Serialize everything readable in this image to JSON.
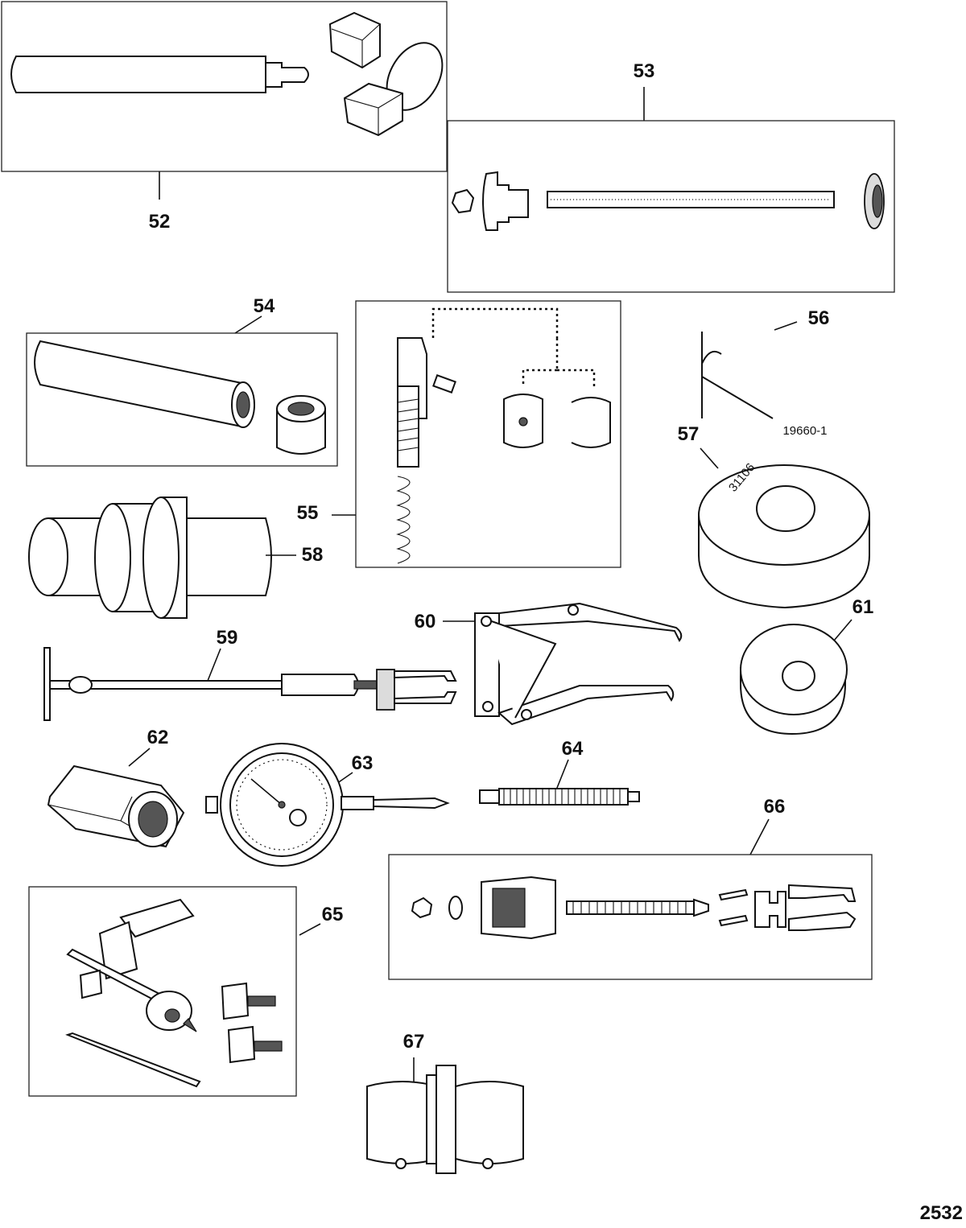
{
  "callouts": {
    "c52": "52",
    "c53": "53",
    "c54": "54",
    "c55": "55",
    "c56": "56",
    "c57": "57",
    "c58": "58",
    "c59": "59",
    "c60": "60",
    "c61": "61",
    "c62": "62",
    "c63": "63",
    "c64": "64",
    "c65": "65",
    "c66": "66",
    "c67": "67"
  },
  "labels": {
    "part_number_56": "19660-1",
    "stamp_57": "31106",
    "sheet_number": "2532"
  }
}
